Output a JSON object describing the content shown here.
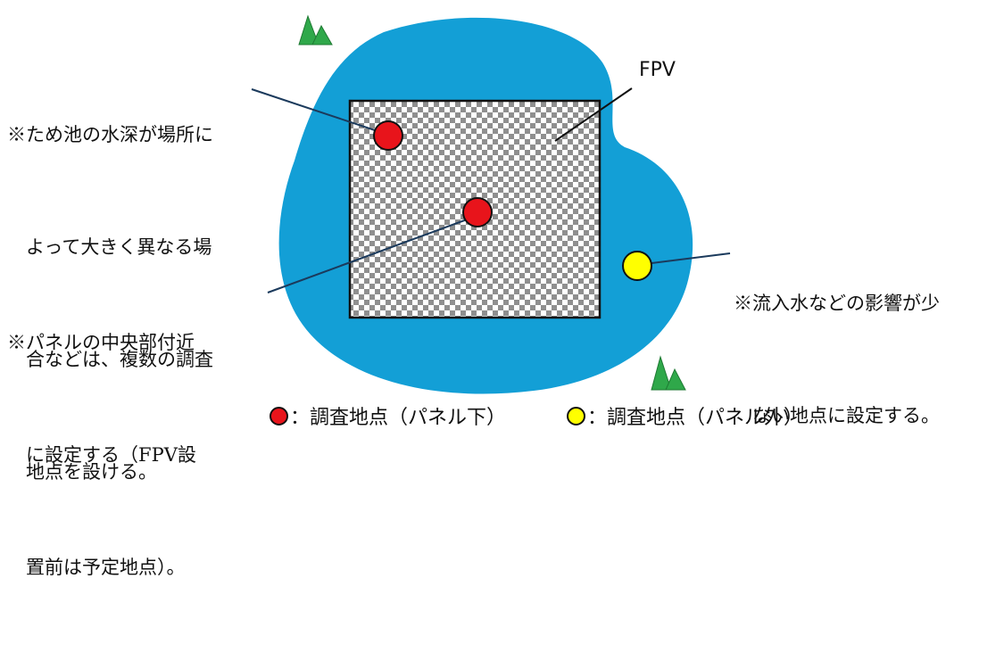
{
  "notes": {
    "varying_depth": [
      "※ため池の水深が場所に",
      "　よって大きく異なる場",
      "　合などは、複数の調査",
      "　地点を設ける。"
    ],
    "panel_center": [
      "※パネルの中央部付近",
      "　に設定する（FPV設",
      "　置前は予定地点）。"
    ],
    "inflow": [
      "※流入水などの影響が少",
      "　ない地点に設定する。"
    ]
  },
  "fpv_label": "FPV",
  "legend": {
    "under_panel": {
      "label": "：調査地点（パネル下）",
      "color": "#e8141b"
    },
    "outside_panel": {
      "label": "：調査地点（パネル外）",
      "color": "#ffff00"
    }
  },
  "colors": {
    "pond": "#139fd6",
    "tree": "#2fa84a",
    "panel_dark": "#8f8f8f",
    "panel_light": "#ffffff"
  }
}
